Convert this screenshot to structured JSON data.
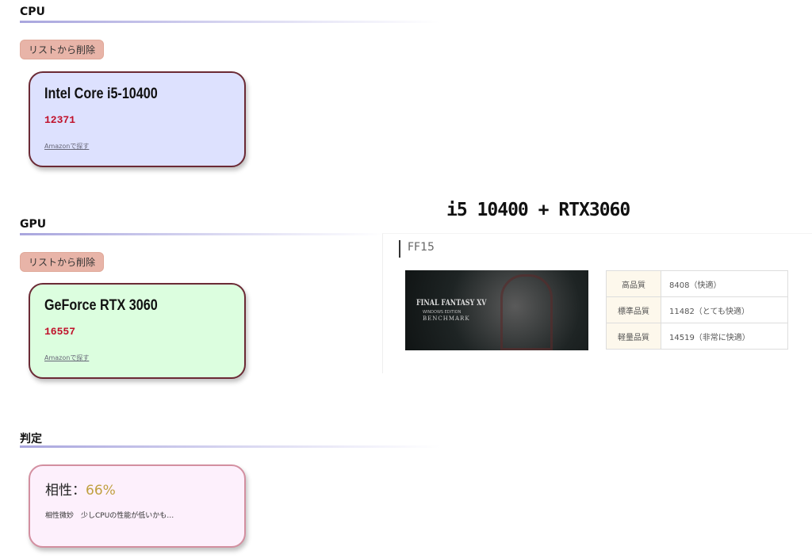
{
  "cpu": {
    "heading": "CPU",
    "remove_label": "リストから削除",
    "name": "Intel Core i5-10400",
    "score": "12371",
    "link": "Amazonで探す"
  },
  "gpu": {
    "heading": "GPU",
    "remove_label": "リストから削除",
    "name": "GeForce RTX 3060",
    "score": "16557",
    "link": "Amazonで探す"
  },
  "judge": {
    "heading": "判定",
    "label": "相性：",
    "percent": "66%",
    "comment": "相性微妙　少しCPUの性能が低いかも…"
  },
  "benchmark": {
    "title": "i5 10400 + RTX3060",
    "game": "FF15",
    "image_text": [
      "FINAL FANTASY XV",
      "WINDOWS EDITION",
      "BENCHMARK"
    ],
    "rows": [
      {
        "quality": "高品質",
        "score": "8408（快適）"
      },
      {
        "quality": "標準品質",
        "score": "11482（とても快適）"
      },
      {
        "quality": "軽量品質",
        "score": "14519（非常に快適）"
      }
    ]
  },
  "colors": {
    "cpu_card": "#dde1fe",
    "gpu_card": "#dcfedf",
    "judge_card": "#fdf0fc",
    "percent": "#c0a040"
  }
}
